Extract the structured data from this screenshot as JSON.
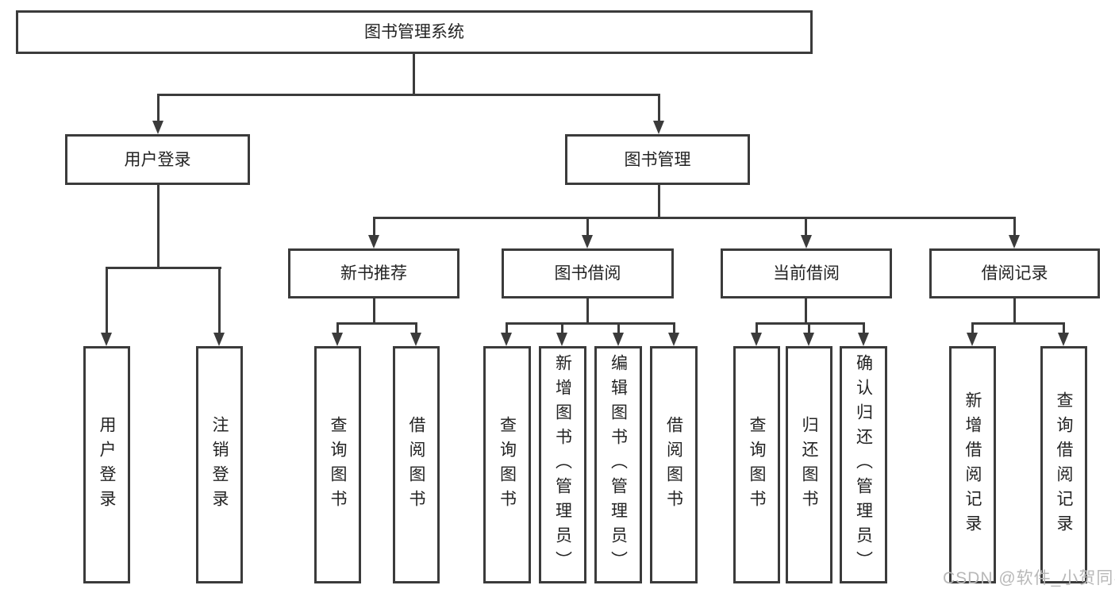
{
  "diagram": {
    "root": {
      "label": "图书管理系统"
    },
    "branches": [
      {
        "label": "用户登录",
        "children": [
          {
            "label": "用户登录"
          },
          {
            "label": "注销登录"
          }
        ]
      },
      {
        "label": "图书管理",
        "children": [
          {
            "label": "新书推荐",
            "children": [
              {
                "label": "查询图书"
              },
              {
                "label": "借阅图书"
              }
            ]
          },
          {
            "label": "图书借阅",
            "children": [
              {
                "label": "查询图书"
              },
              {
                "label": "新增图书（管理员）"
              },
              {
                "label": "编辑图书（管理员）"
              },
              {
                "label": "借阅图书"
              }
            ]
          },
          {
            "label": "当前借阅",
            "children": [
              {
                "label": "查询图书"
              },
              {
                "label": "归还图书"
              },
              {
                "label": "确认归还（管理员）"
              }
            ]
          },
          {
            "label": "借阅记录",
            "children": [
              {
                "label": "新增借阅记录"
              },
              {
                "label": "查询借阅记录"
              }
            ]
          }
        ]
      }
    ]
  },
  "watermark": {
    "text": "CSDN @软件_小贺同学"
  },
  "colors": {
    "line": "#3b3b3b",
    "text": "#232323",
    "watermark": "#b8b8b8",
    "background": "#ffffff"
  }
}
